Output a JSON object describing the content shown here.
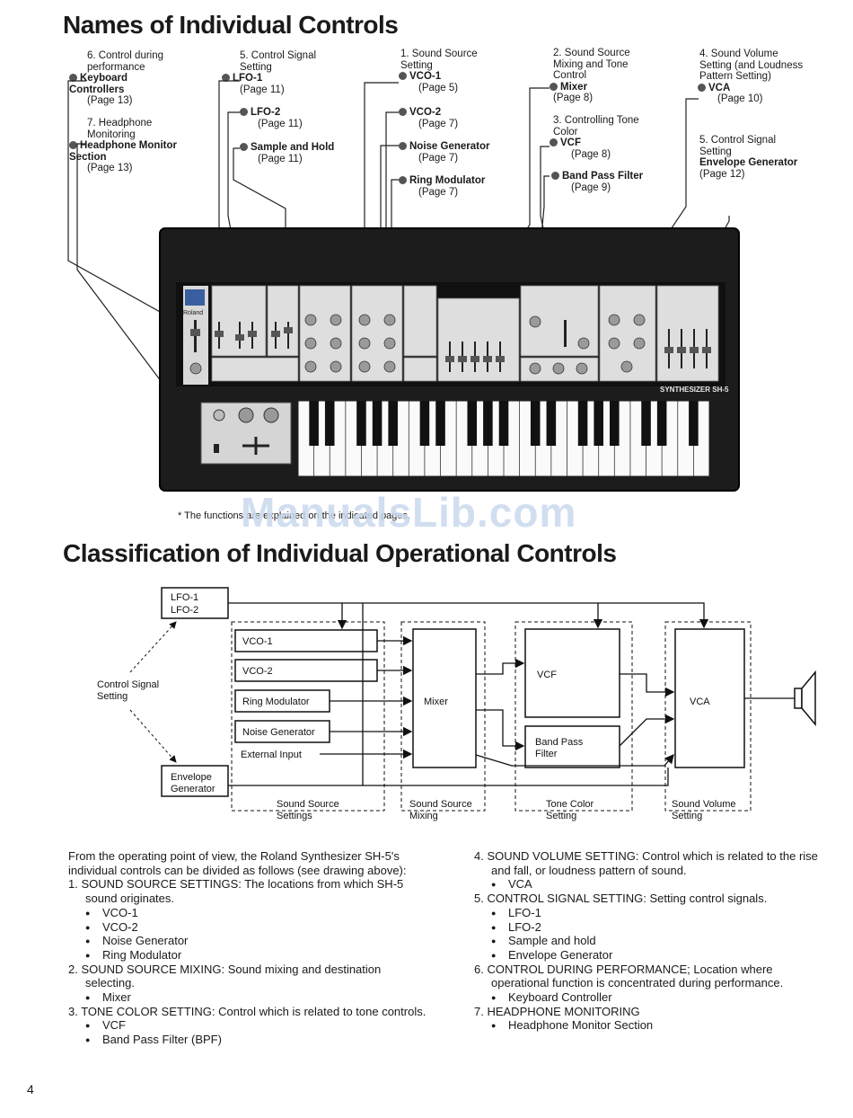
{
  "headings": {
    "names": "Names of Individual Controls",
    "classification": "Classification of Individual Operational Controls"
  },
  "callouts": {
    "c6": {
      "title": "6. Control during performance",
      "name": "Keyboard Controllers",
      "page": "(Page 13)"
    },
    "c7": {
      "title": "7. Headphone Monitoring",
      "name": "Headphone Monitor Section",
      "page": "(Page 13)"
    },
    "c5a": {
      "title": "5. Control Signal Setting",
      "name": "LFO-1",
      "page": "(Page 11)"
    },
    "c5b": {
      "name": "LFO-2",
      "page": "(Page 11)"
    },
    "c5c": {
      "name": "Sample and Hold",
      "page": "(Page 11)"
    },
    "c1a": {
      "title": "1. Sound Source Setting",
      "name": "VCO-1",
      "page": "(Page 5)"
    },
    "c1b": {
      "name": "VCO-2",
      "page": "(Page 7)"
    },
    "c1c": {
      "name": "Noise Generator",
      "page": "(Page 7)"
    },
    "c1d": {
      "name": "Ring Modulator",
      "page": "(Page 7)"
    },
    "c2": {
      "title": "2. Sound Source Mixing and Tone Control",
      "name": "Mixer",
      "page": "(Page 8)"
    },
    "c3a": {
      "title": "3. Controlling Tone Color",
      "name": "VCF",
      "page": "(Page 8)"
    },
    "c3b": {
      "name": "Band Pass Filter",
      "page": "(Page 9)"
    },
    "c4": {
      "title": "4. Sound Volume Setting (and Loudness Pattern Setting)",
      "name": "VCA",
      "page": "(Page 10)"
    },
    "c5d": {
      "title": "5. Control Signal Setting",
      "name": "Envelope Generator",
      "page": "(Page 12)"
    }
  },
  "synth": {
    "brand": "Roland",
    "model": "SYNTHESIZER SH-5"
  },
  "footnote": "* The functions are explained on the indicated pages.",
  "watermark": "ManualsLib.com",
  "diagram": {
    "lfo": [
      "LFO-1",
      "LFO-2"
    ],
    "vco1": "VCO-1",
    "vco2": "VCO-2",
    "ring": "Ring Modulator",
    "noise": "Noise Generator",
    "ext": "External Input",
    "mixer": "Mixer",
    "vcf": "VCF",
    "bpf": [
      "Band Pass",
      "Filter"
    ],
    "vca": "VCA",
    "ctrl": [
      "Control Signal",
      "Setting"
    ],
    "env": [
      "Envelope",
      "Generator"
    ],
    "groups": [
      [
        "Sound Source",
        "Settings"
      ],
      [
        "Sound Source",
        "Mixing"
      ],
      [
        "Tone Color",
        "Setting"
      ],
      [
        "Sound Volume",
        "Setting"
      ]
    ]
  },
  "body": {
    "intro": "From the operating point of view, the Roland Synthesizer SH-5's individual controls can be divided as follows (see drawing above):",
    "i1": "1. SOUND SOURCE SETTINGS: The locations from which SH-5 sound originates.",
    "i1b": [
      "VCO-1",
      "VCO-2",
      "Noise Generator",
      "Ring Modulator"
    ],
    "i2": "2. SOUND SOURCE MIXING: Sound mixing and destination selecting.",
    "i2b": [
      "Mixer"
    ],
    "i3": "3. TONE COLOR SETTING: Control which is related to tone controls.",
    "i3b": [
      "VCF",
      "Band Pass Filter (BPF)"
    ],
    "i4": "4. SOUND VOLUME SETTING: Control which is related to the rise and fall, or loudness pattern of sound.",
    "i4b": [
      "VCA"
    ],
    "i5": "5. CONTROL SIGNAL SETTING: Setting control signals.",
    "i5b": [
      "LFO-1",
      "LFO-2",
      "Sample and hold",
      "Envelope Generator"
    ],
    "i6": "6. CONTROL DURING PERFORMANCE; Location where operational function is concentrated during performance.",
    "i6b": [
      "Keyboard Controller"
    ],
    "i7": "7. HEADPHONE MONITORING",
    "i7b": [
      "Headphone Monitor Section"
    ]
  },
  "page_number": "4"
}
